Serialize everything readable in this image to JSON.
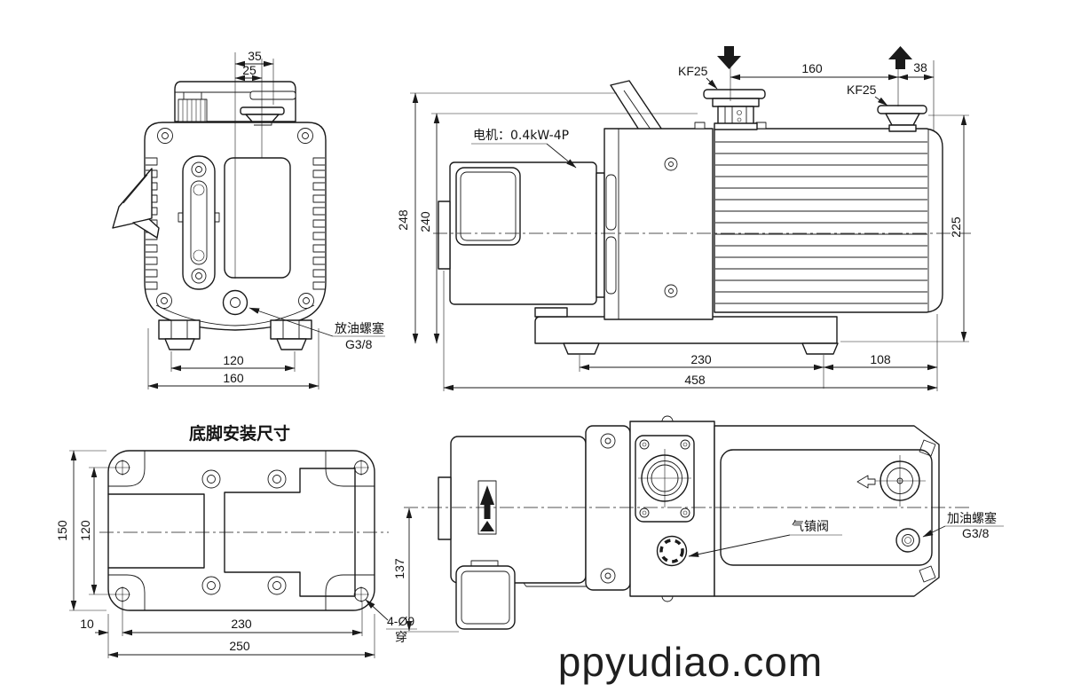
{
  "watermark": "ppyudiao.com",
  "front_view": {
    "dim_35": "35",
    "dim_25": "25",
    "dim_120": "120",
    "dim_160": "160",
    "drain_plug_label_line1": "放油螺塞",
    "drain_plug_label_line2": "G3/8"
  },
  "side_view": {
    "motor_label": "电机：0.4kW-4P",
    "inlet_port_label": "KF25",
    "exhaust_port_label": "KF25",
    "dim_160": "160",
    "dim_38": "38",
    "dim_248": "248",
    "dim_240": "240",
    "dim_225": "225",
    "dim_230": "230",
    "dim_108": "108",
    "dim_458": "458"
  },
  "base_view": {
    "title": "底脚安装尺寸",
    "dim_150": "150",
    "dim_120": "120",
    "dim_10": "10",
    "dim_230": "230",
    "dim_250": "250",
    "holes_label_line1": "4-Ø9",
    "holes_label_line2": "穿"
  },
  "top_view": {
    "dim_137": "137",
    "gas_ballast_label": "气镇阀",
    "fill_plug_label_line1": "加油螺塞",
    "fill_plug_label_line2": "G3/8"
  }
}
